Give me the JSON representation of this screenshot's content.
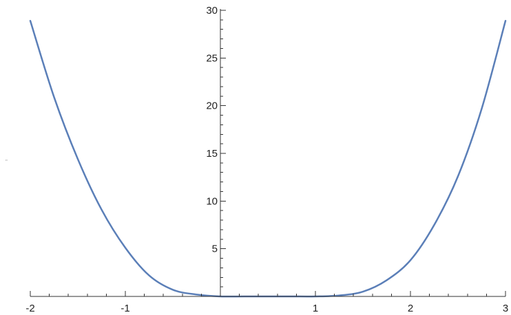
{
  "chart_data": {
    "type": "line",
    "title": "",
    "xlabel": "",
    "ylabel": "",
    "xlim": [
      -2,
      3
    ],
    "ylim": [
      0,
      30
    ],
    "grid": false,
    "legend": "none",
    "x_ticks": [
      {
        "value": -2,
        "label": "-2"
      },
      {
        "value": -1,
        "label": "-1"
      },
      {
        "value": 1,
        "label": "1"
      },
      {
        "value": 2,
        "label": "2"
      },
      {
        "value": 3,
        "label": "3"
      }
    ],
    "y_ticks": [
      {
        "value": 5,
        "label": "5"
      },
      {
        "value": 10,
        "label": "10"
      },
      {
        "value": 15,
        "label": "15"
      },
      {
        "value": 20,
        "label": "20"
      },
      {
        "value": 25,
        "label": "25"
      },
      {
        "value": 30,
        "label": "30"
      }
    ],
    "series": [
      {
        "color": "#5b7fb8",
        "x": [
          -2.0,
          -1.75,
          -1.5,
          -1.25,
          -1.0,
          -0.75,
          -0.5,
          -0.25,
          0.0,
          0.25,
          0.5,
          0.75,
          1.0,
          1.25,
          1.5,
          1.75,
          2.0,
          2.25,
          2.5,
          2.75,
          3.0
        ],
        "y": [
          28.9,
          20.9,
          14.4,
          9.1,
          5.1,
          2.2,
          0.7,
          0.2,
          0.0,
          0.0,
          0.0,
          0.0,
          0.0,
          0.1,
          0.5,
          1.7,
          3.8,
          7.5,
          12.6,
          19.7,
          28.9
        ]
      }
    ]
  }
}
